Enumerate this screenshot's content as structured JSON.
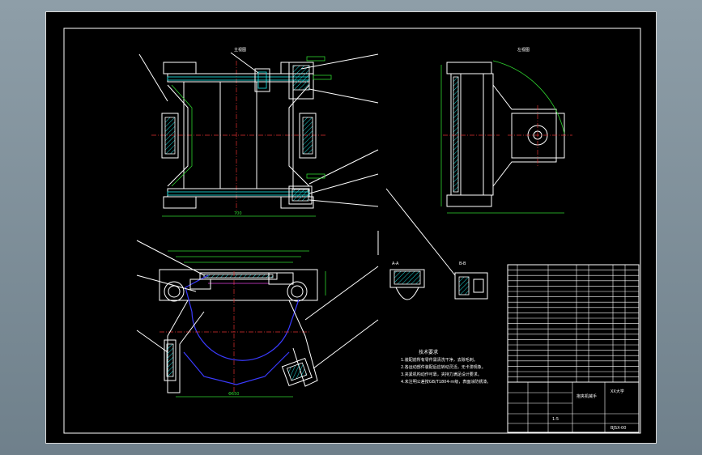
{
  "drawing": {
    "views": {
      "top_view_title": "主视图",
      "side_view_title": "左视图",
      "section_a_label": "A-A",
      "section_b_label": "B-B"
    },
    "notes_title": "技术要求",
    "notes": [
      "1.装配前所有零件需清洗干净，去除毛刺。",
      "2.各运动部件装配后应转动灵活，无卡滞现象。",
      "3.夹紧机构动作可靠，夹持力满足设计要求。",
      "4.未注明公差按GB/T1804-m级，表面涂防锈漆。"
    ],
    "title_block": {
      "drawing_name": "抱夹机械手",
      "school": "XX大学",
      "drawing_number": "BJSX-00",
      "scale_label": "1:5"
    },
    "colors": {
      "white": "#ffffff",
      "cyan": "#19d3d3",
      "green": "#2fd42f",
      "red": "#e03030",
      "blue": "#3b3bff",
      "magenta": "#e040e0"
    }
  }
}
